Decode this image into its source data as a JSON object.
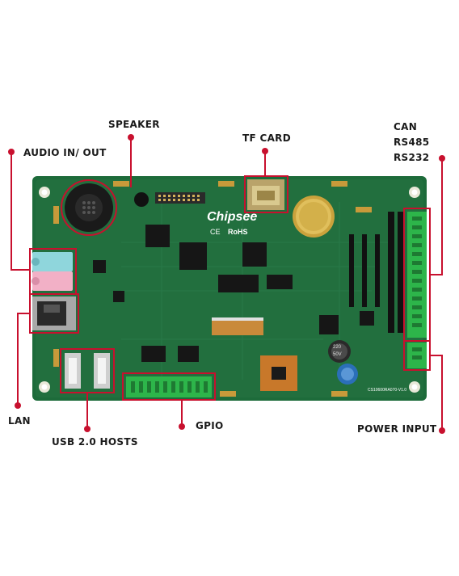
{
  "labels": {
    "speaker": "SPEAKER",
    "tf_card": "TF CARD",
    "can_group": [
      "CAN",
      "RS485",
      "RS232"
    ],
    "audio": "AUDIO IN/ OUT",
    "lan": "LAN",
    "usb": "USB 2.0 HOSTS",
    "gpio": "GPIO",
    "power": "POWER INPUT"
  },
  "board": {
    "brand": "Chipsee",
    "ce": "CE",
    "rohs": "RoHS",
    "model": "CS10600RA070-V1.0",
    "cap_text": [
      "220",
      "50V"
    ]
  },
  "colors": {
    "accent": "#c8102e",
    "pcb": "#1d6b3a",
    "terminal": "#2db54a"
  }
}
